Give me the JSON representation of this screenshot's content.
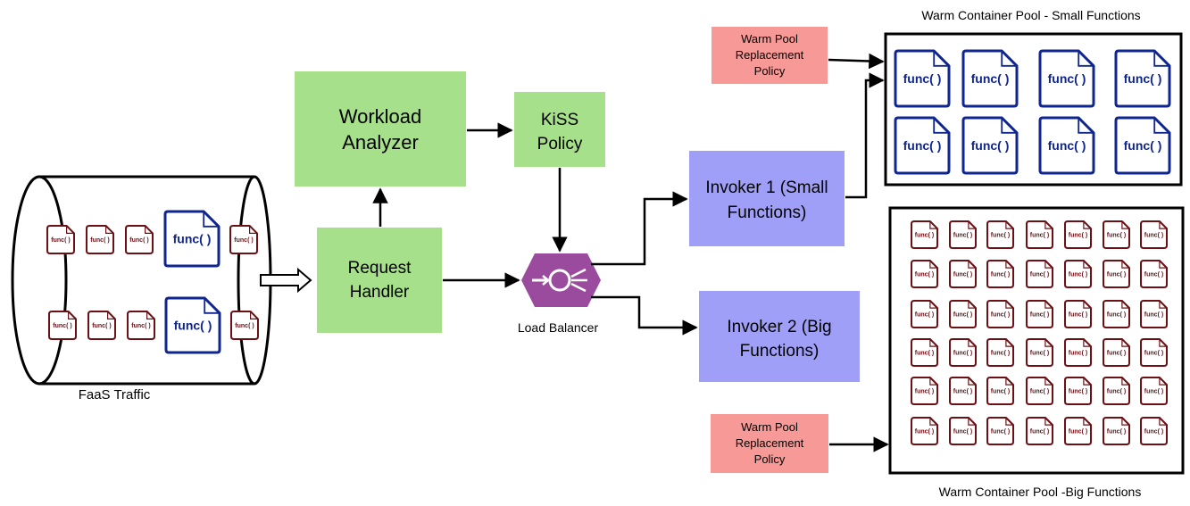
{
  "traffic_label": "FaaS Traffic",
  "func_label": "func( )",
  "workload_analyzer": {
    "line1": "Workload",
    "line2": "Analyzer"
  },
  "kiss_policy": {
    "line1": "KiSS",
    "line2": "Policy"
  },
  "request_handler": {
    "line1": "Request",
    "line2": "Handler"
  },
  "load_balancer_label": "Load Balancer",
  "invoker1": {
    "line1": "Invoker 1 (Small",
    "line2": "Functions)"
  },
  "invoker2": {
    "line1": "Invoker 2 (Big",
    "line2": "Functions)"
  },
  "small_pool_title": "Warm Container Pool - Small Functions",
  "big_pool_title": "Warm Container Pool -Big Functions",
  "replacement_policy_top": {
    "line1": "Warm Pool",
    "line2": "Replacement",
    "line3": "Policy"
  },
  "replacement_policy_bottom": {
    "line1": "Warm Pool",
    "line2": "Replacement",
    "line3": "Policy"
  },
  "colors": {
    "green_box": "#a6e08a",
    "blue_box": "#9f9ff8",
    "pink_box": "#f79a97",
    "lb_purple": "#9b4b9e",
    "func_big": "#0f2590",
    "func_small": "#6b1116"
  }
}
